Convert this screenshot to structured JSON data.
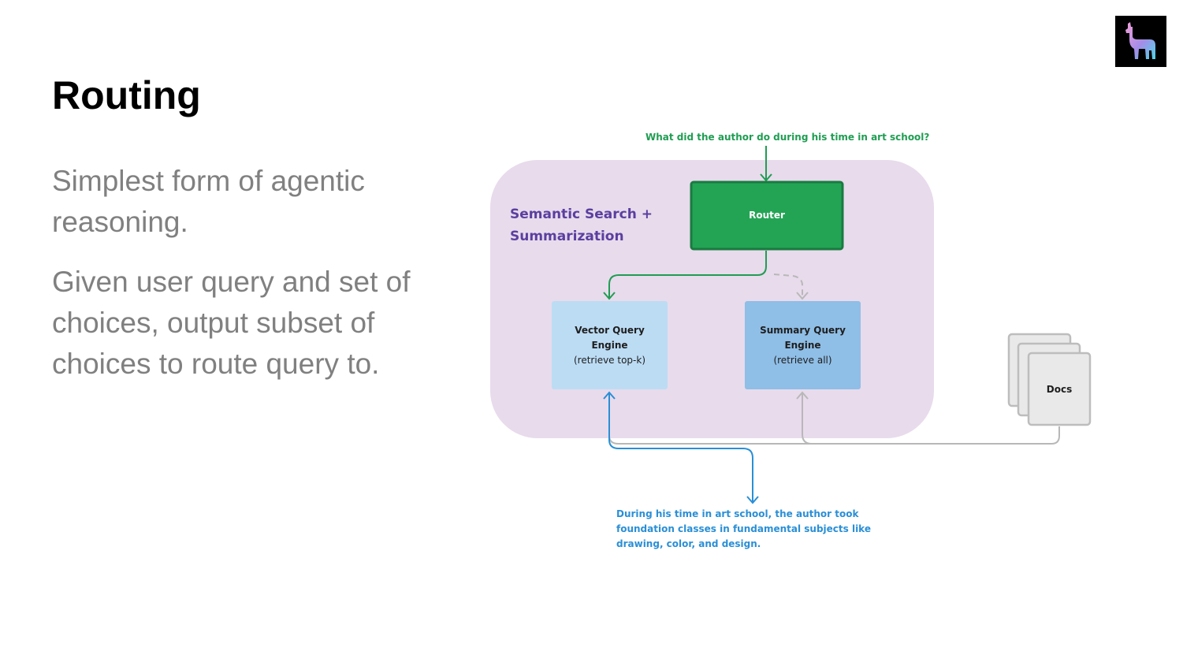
{
  "slide": {
    "title": "Routing",
    "paragraphs": [
      "Simplest form of agentic reasoning.",
      "Given user query and set of choices, output subset of choices to route query to."
    ]
  },
  "logo": {
    "icon": "llama-icon",
    "background": "#000000"
  },
  "diagram": {
    "query": "What did the author do during his time in art school?",
    "group_label": "Semantic Search + Summarization",
    "router": "Router",
    "engines": [
      {
        "name_line1": "Vector Query",
        "name_line2": "Engine",
        "detail": "(retrieve top-k)"
      },
      {
        "name_line1": "Summary Query",
        "name_line2": "Engine",
        "detail": "(retrieve all)"
      }
    ],
    "docs": "Docs",
    "answer": "During his time in art school, the author took foundation classes in fundamental subjects like drawing, color, and design.",
    "colors": {
      "group_bg": "#e8dbec",
      "router_fill": "#23a455",
      "router_stroke": "#1a7a40",
      "query_green": "#1f9d52",
      "vector_fill": "#bcdcf4",
      "summary_fill": "#8fbee6",
      "answer_blue": "#2a8fd6",
      "gray_line": "#b8b8b8",
      "docs_fill": "#e9e9e9"
    }
  }
}
